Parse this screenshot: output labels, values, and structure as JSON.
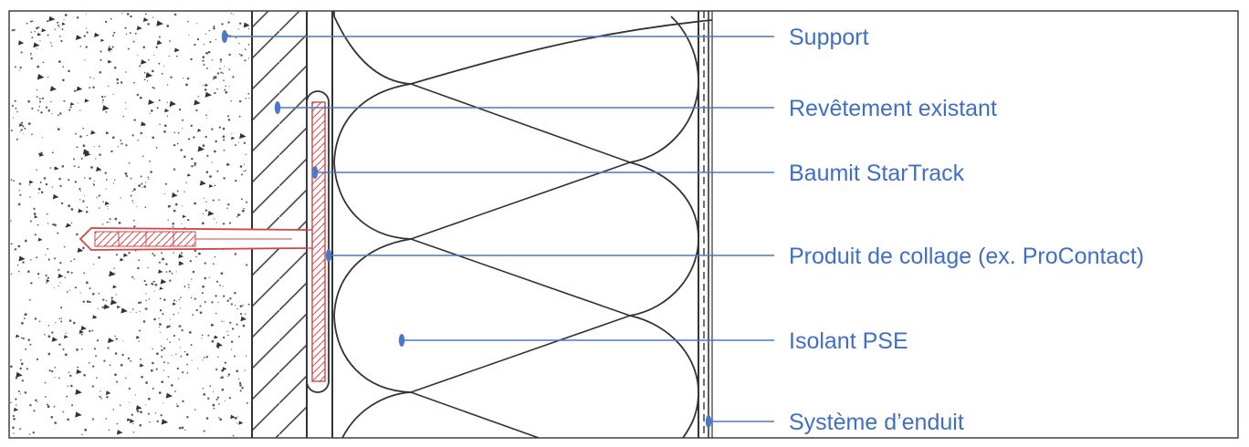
{
  "colors": {
    "label": "#3f6fc4",
    "leader_line": "#4a78c8",
    "outline": "#333333",
    "anchor": "#d64545",
    "background": "#ffffff"
  },
  "labels": [
    {
      "id": "support",
      "text": "Support"
    },
    {
      "id": "revetement",
      "text": "Revêtement existant"
    },
    {
      "id": "startrack",
      "text": "Baumit StarTrack"
    },
    {
      "id": "collage",
      "text": "Produit de collage (ex. ProContact)"
    },
    {
      "id": "isolant",
      "text": "Isolant PSE"
    },
    {
      "id": "enduit",
      "text": "Système d’enduit"
    }
  ]
}
